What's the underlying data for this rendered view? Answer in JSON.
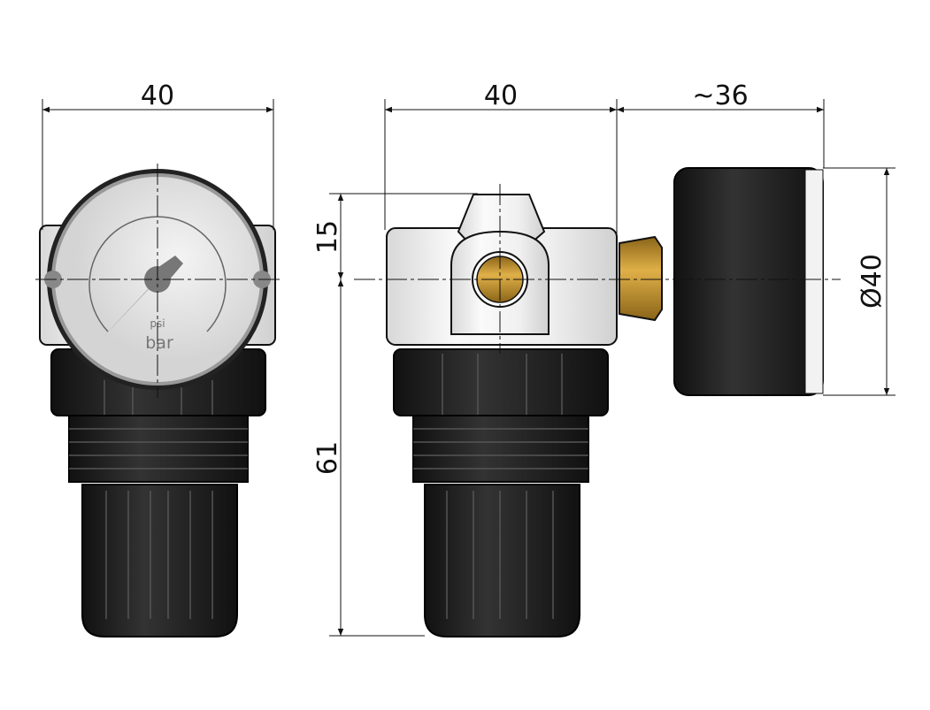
{
  "dimensions": {
    "front_width": "40",
    "side_width": "40",
    "gauge_depth": "~36",
    "top_height": "15",
    "lower_height": "61",
    "gauge_diameter": "Ø40"
  },
  "gauge": {
    "unit_small": "psi",
    "unit_main": "bar"
  },
  "colors": {
    "body": "#f2f2f2",
    "plastic": "#1c1c1c",
    "brass": "#c8952e",
    "face": "#e6e6e6"
  }
}
